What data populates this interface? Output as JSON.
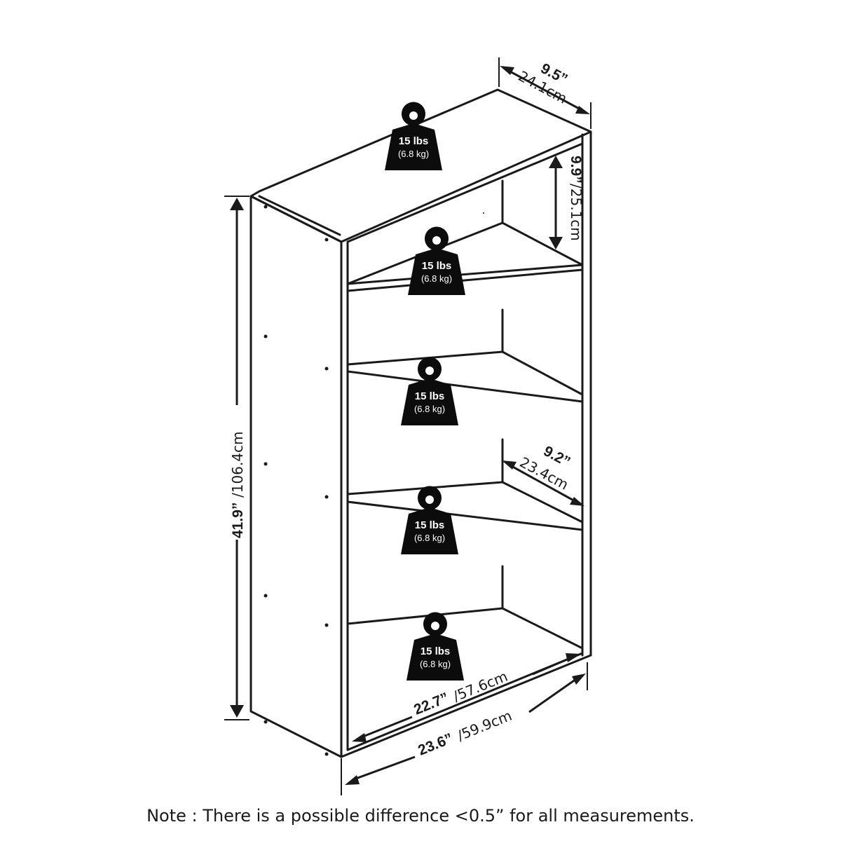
{
  "weight_labels": [
    {
      "lbs": "15 lbs",
      "kg": "(6.8 kg)"
    },
    {
      "lbs": "15 lbs",
      "kg": "(6.8 kg)"
    },
    {
      "lbs": "15 lbs",
      "kg": "(6.8 kg)"
    },
    {
      "lbs": "15 lbs",
      "kg": "(6.8 kg)"
    },
    {
      "lbs": "15 lbs",
      "kg": "(6.8 kg)"
    }
  ],
  "dimensions": {
    "depth": {
      "imperial": "9.5”",
      "metric": "24.1cm"
    },
    "shelf_height": {
      "imperial": "9.9”",
      "metric": "/25.1cm"
    },
    "total_height": {
      "imperial": "41.9”",
      "metric": "/106.4cm"
    },
    "shelf_depth": {
      "imperial": "9.2”",
      "metric": "23.4cm"
    },
    "inner_width": {
      "imperial": "22.7”",
      "metric": "/57.6cm"
    },
    "outer_width": {
      "imperial": "23.6”",
      "metric": "/59.9cm"
    }
  },
  "note": "Note : There is a possible difference <0.5” for all measurements."
}
